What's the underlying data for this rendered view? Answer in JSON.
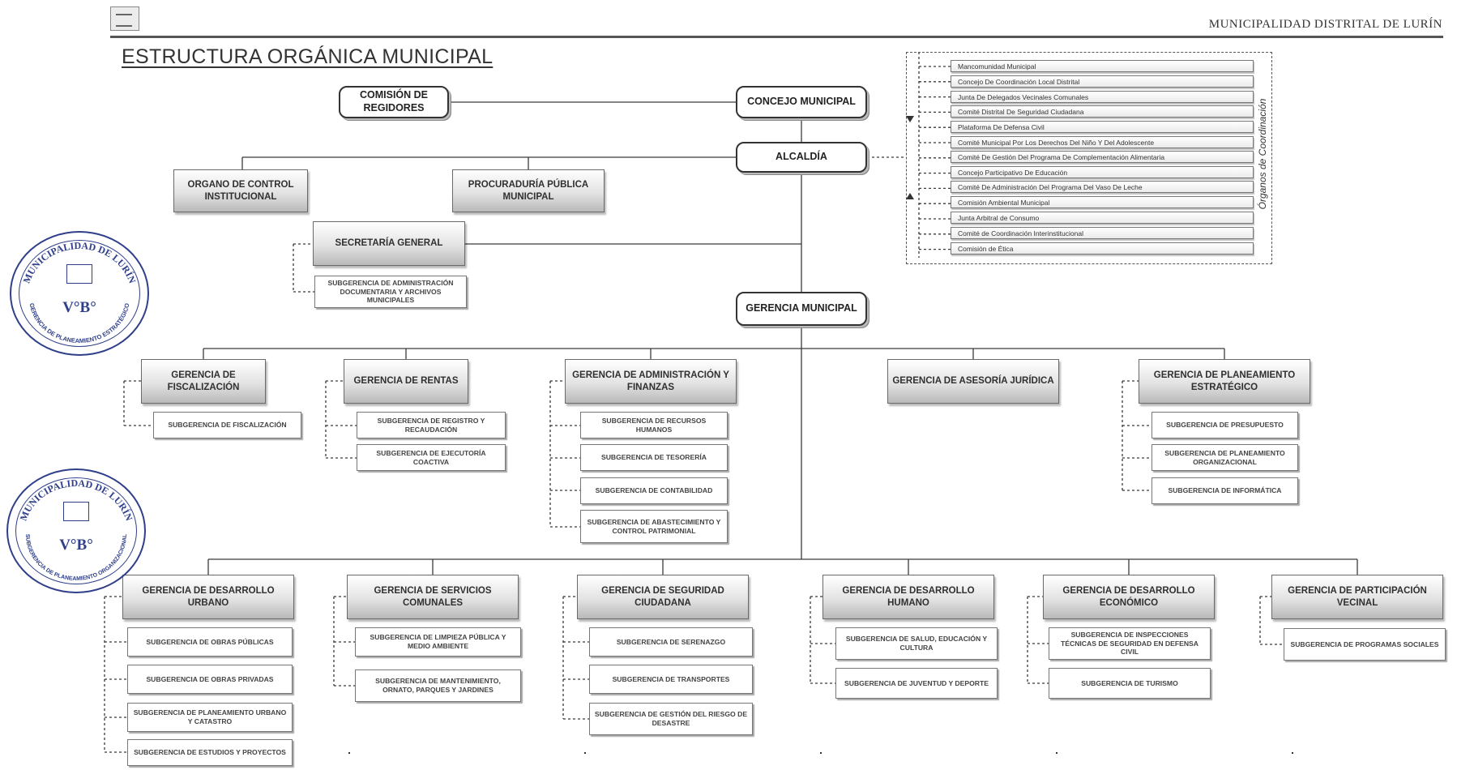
{
  "header": {
    "organization": "MUNICIPALIDAD DISTRITAL DE LURÍN",
    "title": "ESTRUCTURA ORGÁNICA MUNICIPAL"
  },
  "top": {
    "comision": "COMISIÓN DE REGIDORES",
    "concejo": "CONCEJO MUNICIPAL",
    "alcaldia": "ALCALDÍA",
    "control": "ORGANO DE CONTROL INSTITUCIONAL",
    "procuraduria": "PROCURADURÍA PÚBLICA MUNICIPAL",
    "secretaria": "SECRETARÍA GENERAL",
    "secretaria_sub": "SUBGERENCIA DE ADMINISTRACIÓN DOCUMENTARIA Y ARCHIVOS MUNICIPALES",
    "gerencia_municipal": "GERENCIA MUNICIPAL"
  },
  "coordination": {
    "label": "Órganos de Coordinación",
    "items": [
      "Mancomunidad Municipal",
      "Concejo De Coordinación Local Distrital",
      "Junta De Delegados Vecinales Comunales",
      "Comité Distrital De Seguridad Ciudadana",
      "Plataforma De Defensa Civil",
      "Comité Municipal Por Los Derechos Del Niño Y Del Adolescente",
      "Comité De Gestión Del Programa De Complementación Alimentaria",
      "Concejo Participativo De Educación",
      "Comité De Administración Del Programa Del Vaso De Leche",
      "Comisión Ambiental Municipal",
      "Junta Arbitral de Consumo",
      "Comité de Coordinación Interinstitucional",
      "Comisión de Ética"
    ]
  },
  "support": [
    {
      "name": "GERENCIA DE FISCALIZACIÓN",
      "subs": [
        "SUBGERENCIA DE FISCALIZACIÓN"
      ]
    },
    {
      "name": "GERENCIA DE RENTAS",
      "subs": [
        "SUBGERENCIA DE REGISTRO Y RECAUDACIÓN",
        "SUBGERENCIA DE EJECUTORÍA COACTIVA"
      ]
    },
    {
      "name": "GERENCIA DE ADMINISTRACIÓN Y FINANZAS",
      "subs": [
        "SUBGERENCIA DE RECURSOS HUMANOS",
        "SUBGERENCIA DE TESORERÍA",
        "SUBGERENCIA DE CONTABILIDAD",
        "SUBGERENCIA DE ABASTECIMIENTO Y CONTROL PATRIMONIAL"
      ]
    },
    {
      "name": "GERENCIA DE ASESORÍA JURÍDICA",
      "subs": []
    },
    {
      "name": "GERENCIA DE PLANEAMIENTO ESTRATÉGICO",
      "subs": [
        "SUBGERENCIA DE PRESUPUESTO",
        "SUBGERENCIA DE PLANEAMIENTO ORGANIZACIONAL",
        "SUBGERENCIA DE INFORMÁTICA"
      ]
    }
  ],
  "line": [
    {
      "name": "GERENCIA DE DESARROLLO URBANO",
      "subs": [
        "SUBGERENCIA DE OBRAS PÚBLICAS",
        "SUBGERENCIA DE OBRAS PRIVADAS",
        "SUBGERENCIA DE PLANEAMIENTO URBANO Y CATASTRO",
        "SUBGERENCIA DE ESTUDIOS Y PROYECTOS"
      ]
    },
    {
      "name": "GERENCIA DE SERVICIOS COMUNALES",
      "subs": [
        "SUBGERENCIA DE LIMPIEZA PÚBLICA Y MEDIO AMBIENTE",
        "SUBGERENCIA DE MANTENIMIENTO, ORNATO, PARQUES Y JARDINES"
      ]
    },
    {
      "name": "GERENCIA DE SEGURIDAD CIUDADANA",
      "subs": [
        "SUBGERENCIA DE SERENAZGO",
        "SUBGERENCIA DE TRANSPORTES",
        "SUBGERENCIA DE GESTIÓN DEL RIESGO DE DESASTRE"
      ]
    },
    {
      "name": "GERENCIA DE DESARROLLO HUMANO",
      "subs": [
        "SUBGERENCIA DE SALUD, EDUCACIÓN Y CULTURA",
        "SUBGERENCIA DE JUVENTUD Y DEPORTE"
      ]
    },
    {
      "name": "GERENCIA DE DESARROLLO ECONÓMICO",
      "subs": [
        "SUBGERENCIA DE INSPECCIONES TÉCNICAS DE SEGURIDAD EN DEFENSA CIVIL",
        "SUBGERENCIA DE TURISMO"
      ]
    },
    {
      "name": "GERENCIA DE PARTICIPACIÓN VECINAL",
      "subs": [
        "SUBGERENCIA DE PROGRAMAS SOCIALES"
      ]
    }
  ],
  "seals": [
    {
      "top_text": "MUNICIPALIDAD DE LURÍN",
      "bottom_text": "GERENCIA DE PLANEAMIENTO ESTRATÉGICO",
      "mark": "V°B°"
    },
    {
      "top_text": "MUNICIPALIDAD DE LURÍN",
      "bottom_text": "SUBGERENCIA DE PLANEAMIENTO ORGANIZACIONAL",
      "mark": "V°B°"
    }
  ]
}
